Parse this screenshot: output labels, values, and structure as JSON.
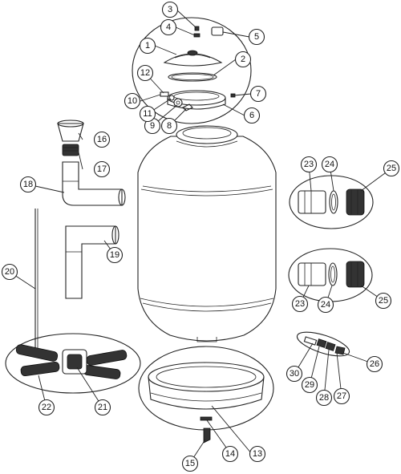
{
  "callouts": [
    {
      "label": "1"
    },
    {
      "label": "2"
    },
    {
      "label": "3"
    },
    {
      "label": "4"
    },
    {
      "label": "5"
    },
    {
      "label": "6"
    },
    {
      "label": "7"
    },
    {
      "label": "8"
    },
    {
      "label": "9"
    },
    {
      "label": "10"
    },
    {
      "label": "11"
    },
    {
      "label": "12"
    },
    {
      "label": "13"
    },
    {
      "label": "14"
    },
    {
      "label": "15"
    },
    {
      "label": "16"
    },
    {
      "label": "17"
    },
    {
      "label": "18"
    },
    {
      "label": "19"
    },
    {
      "label": "20"
    },
    {
      "label": "21"
    },
    {
      "label": "22"
    },
    {
      "label": "23"
    },
    {
      "label": "24"
    },
    {
      "label": "25"
    },
    {
      "label": "23"
    },
    {
      "label": "24"
    },
    {
      "label": "25"
    },
    {
      "label": "26"
    },
    {
      "label": "27"
    },
    {
      "label": "28"
    },
    {
      "label": "29"
    },
    {
      "label": "30"
    }
  ]
}
